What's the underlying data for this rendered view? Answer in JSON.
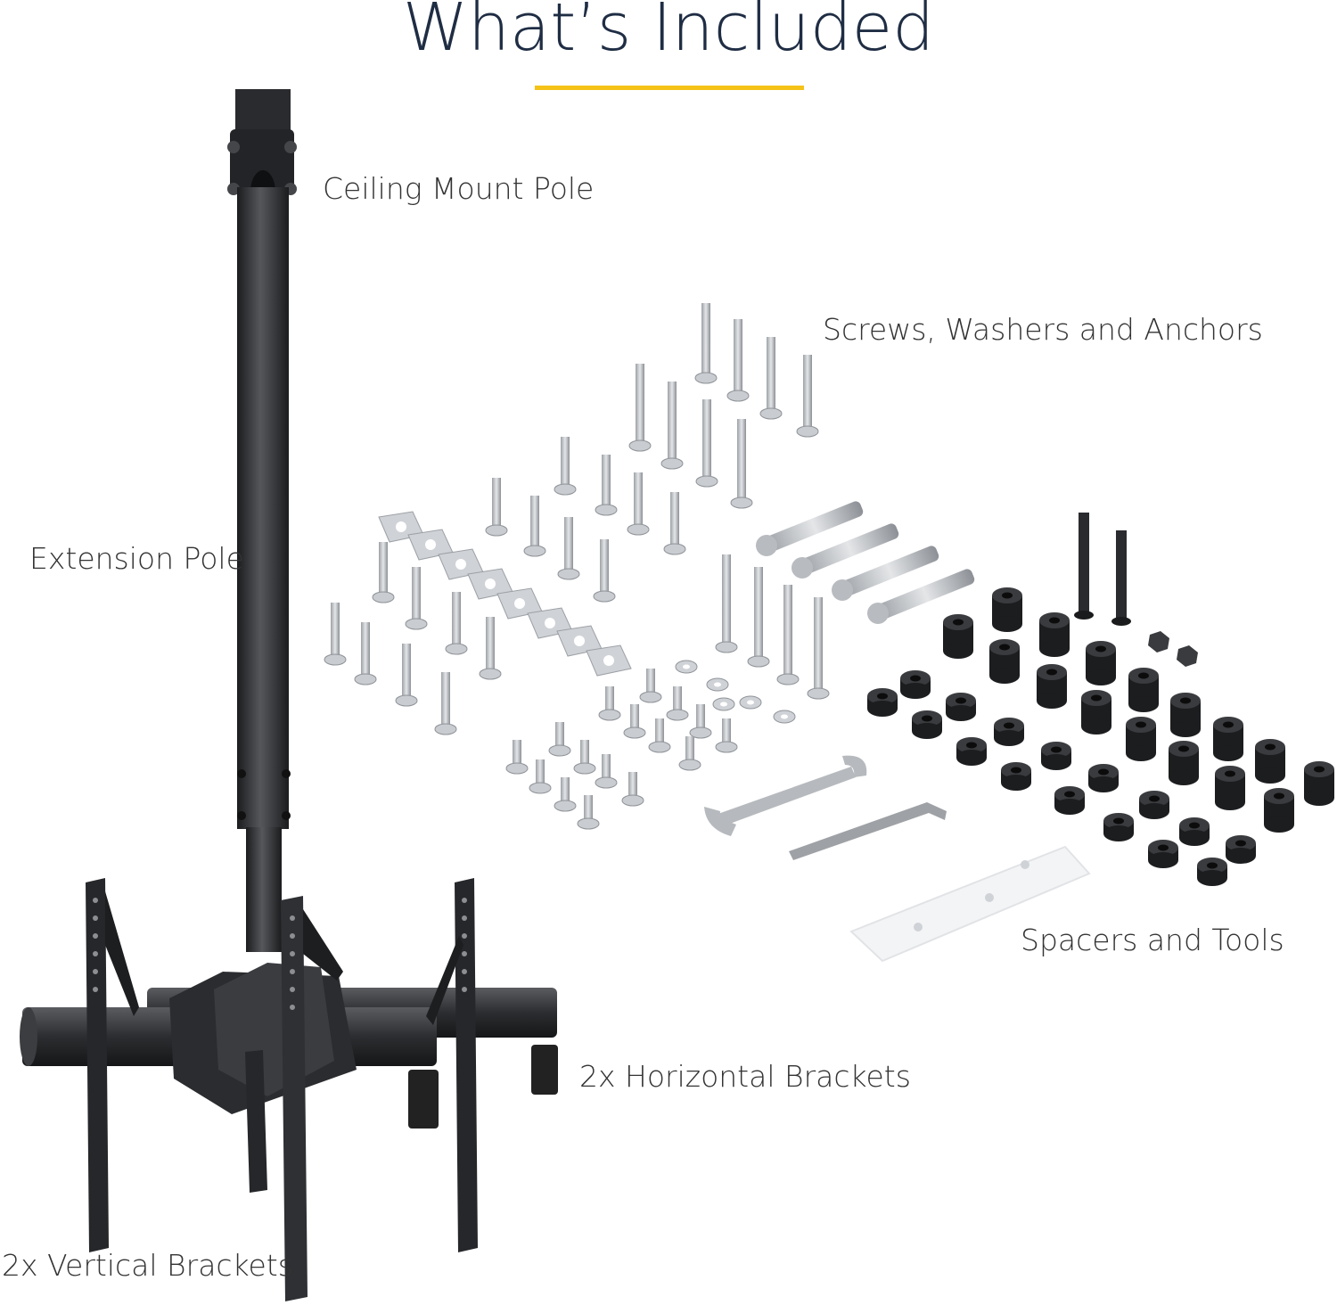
{
  "title": "What’s Included",
  "colors": {
    "accent": "#f5c218",
    "title": "#1f2d44",
    "label": "#333333",
    "metal_dark": "#2a2b2e",
    "metal_zinc": "#c9ccd0"
  },
  "labels": {
    "ceiling_mount_pole": "Ceiling Mount Pole",
    "screws_washers_anchors": "Screws, Washers and Anchors",
    "extension_pole": "Extension Pole",
    "spacers_and_tools": "Spacers and Tools",
    "horizontal_brackets": "2x Horizontal Brackets",
    "vertical_brackets": "2x Vertical Brackets"
  }
}
